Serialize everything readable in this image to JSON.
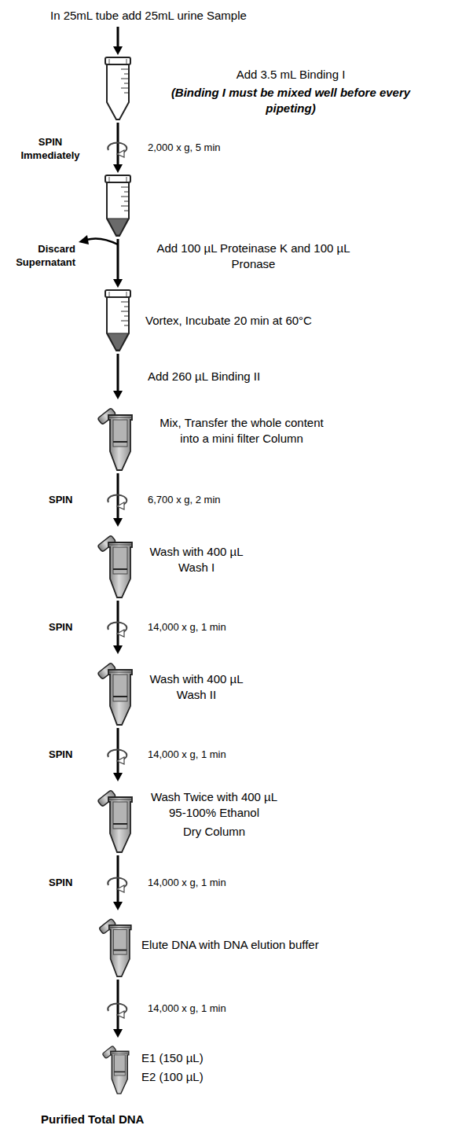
{
  "diagram": {
    "nodes": [
      {
        "text": [
          "In 25mL tube add 25mL urine Sample"
        ]
      },
      {
        "text": [
          "Add 3.5 mL Binding I",
          "(Binding I must be mixed well before every pipeting)"
        ]
      },
      {
        "text": [
          "Discard Supernatant"
        ]
      },
      {
        "text": [
          "Vortex, Incubate 20 min at 60°C"
        ]
      },
      {
        "text": [
          "Mix, Transfer the whole content into a mini filter Column"
        ]
      },
      {
        "text": [
          "Wash with 400 µL Wash I"
        ]
      },
      {
        "text": [
          "Wash with 400 µL Wash II"
        ]
      },
      {
        "text": [
          "Wash Twice with 400 µL 95-100% Ethanol",
          "Dry Column"
        ]
      },
      {
        "text": [
          "Elute DNA with DNA elution buffer"
        ]
      },
      {
        "text": [
          "E1 (150 µL)",
          "E2 (100 µL)"
        ]
      }
    ],
    "edges": [
      {
        "from": 0,
        "to": 1,
        "arrow": "to"
      },
      {
        "from": 1,
        "to": 2,
        "label": "2,000 x g, 5 min",
        "arrow": "to"
      },
      {
        "from": 2,
        "to": 3,
        "label": "Add 100 µL Proteinase K and 100 µL Pronase",
        "arrow": "to"
      },
      {
        "from": 3,
        "to": 4,
        "label": "Add 260 µL Binding II",
        "arrow": "to"
      },
      {
        "from": 4,
        "to": 5,
        "label": "6,700 x g, 2 min",
        "arrow": "to"
      },
      {
        "from": 5,
        "to": 6,
        "label": "14,000 x g, 1 min",
        "arrow": "to"
      },
      {
        "from": 6,
        "to": 7,
        "label": "14,000 x g, 1 min",
        "arrow": "to"
      },
      {
        "from": 7,
        "to": 8,
        "label": "14,000 x g, 1 min",
        "arrow": "to"
      },
      {
        "from": 8,
        "to": 9,
        "label": "14,000 x g, 1 min",
        "arrow": "to"
      }
    ],
    "labels": [
      "SPIN Immediately",
      "SPIN",
      "SPIN",
      "SPIN",
      "SPIN",
      "Purified Total DNA"
    ]
  }
}
